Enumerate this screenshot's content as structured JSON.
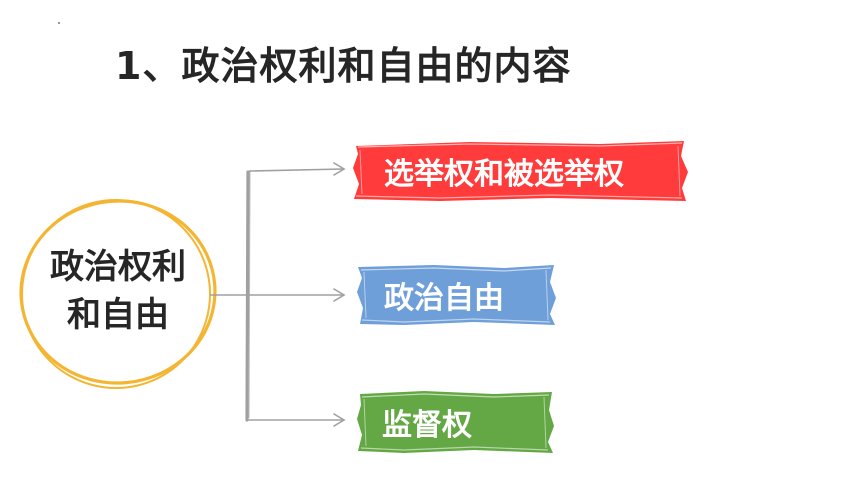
{
  "slide": {
    "title": "1、政治权利和自由的内容"
  },
  "center": {
    "line1": "政治权利",
    "line2": "和自由"
  },
  "branches": [
    {
      "label": "选举权和被选举权",
      "color": "#ff3b3b"
    },
    {
      "label": "政治自由",
      "color": "#6f9fd8"
    },
    {
      "label": "监督权",
      "color": "#63a844"
    }
  ],
  "colors": {
    "circle_stroke": "#f4b533",
    "connector": "#a0a0a0"
  }
}
